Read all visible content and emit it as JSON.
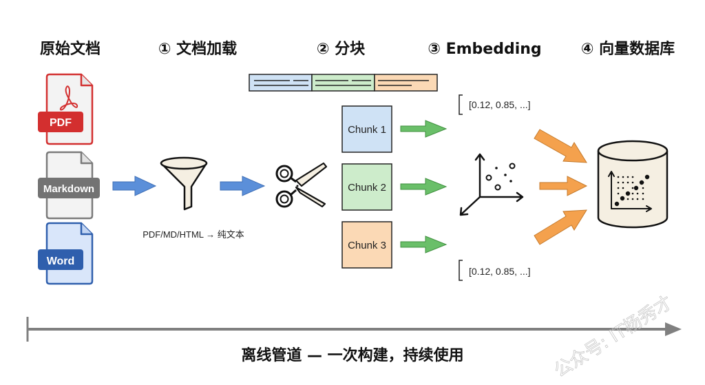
{
  "stages": [
    {
      "label": "原始文档"
    },
    {
      "label": "① 文档加载"
    },
    {
      "label": "② 分块"
    },
    {
      "label": "③ Embedding"
    },
    {
      "label": "④ 向量数据库"
    }
  ],
  "documents": [
    {
      "badge": "PDF",
      "icon": "pdf-file-icon",
      "color": "#d32f2f",
      "fill": "#f3f3f3"
    },
    {
      "badge": "Markdown",
      "icon": "markdown-file-icon",
      "color": "#7a7a7a",
      "fill": "#f3f3f3"
    },
    {
      "badge": "Word",
      "icon": "word-file-icon",
      "color": "#2f5fad",
      "fill": "#d9e6fa"
    }
  ],
  "loader": {
    "icon": "funnel-icon",
    "caption": "PDF/MD/HTML → 纯文本"
  },
  "splitter": {
    "icon": "scissors-icon"
  },
  "chunks": [
    {
      "label": "Chunk 1",
      "color": "#cfe2f5"
    },
    {
      "label": "Chunk 2",
      "color": "#cdeccb"
    },
    {
      "label": "Chunk 3",
      "color": "#fbd9b5"
    }
  ],
  "vectors": [
    {
      "label": "[0.12, 0.85, ...]"
    },
    {
      "label": "[0.12, 0.85, ...]"
    }
  ],
  "embedding": {
    "icon": "vector-space-icon"
  },
  "database": {
    "icon": "vector-database-icon"
  },
  "colors": {
    "blue_arrow": "#5b8fd9",
    "green_arrow": "#6abf69",
    "orange_arrow": "#f4a14d",
    "cream": "#f5efe2",
    "timeline": "#808080"
  },
  "footer": {
    "label": "离线管道 — 一次构建，持续使用"
  },
  "watermark": {
    "text": "公众号: IT杨秀才"
  }
}
